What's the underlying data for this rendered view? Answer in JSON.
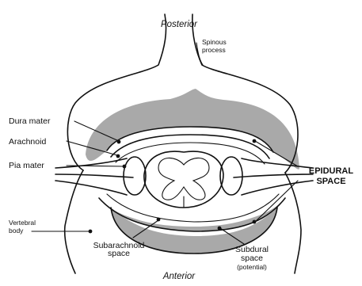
{
  "labels": {
    "posterior": "Posterior",
    "anterior": "Anterior",
    "spinous_line1": "Spinous",
    "spinous_line2": "process",
    "dura_mater": "Dura mater",
    "arachnoid": "Arachnoid",
    "pia_mater": "Pia mater",
    "epidural_line1": "EPIDURAL",
    "epidural_line2": "SPACE",
    "vertebral_line1": "Vertebral",
    "vertebral_line2": "body",
    "subarachnoid_line1": "Subarachnoid",
    "subarachnoid_line2": "space",
    "subdural_line1": "Subdural",
    "subdural_line2": "space",
    "subdural_line3": "(potential)"
  },
  "colors": {
    "epidural_fill": "#a9a9a9",
    "line": "#111111",
    "background": "#ffffff"
  }
}
